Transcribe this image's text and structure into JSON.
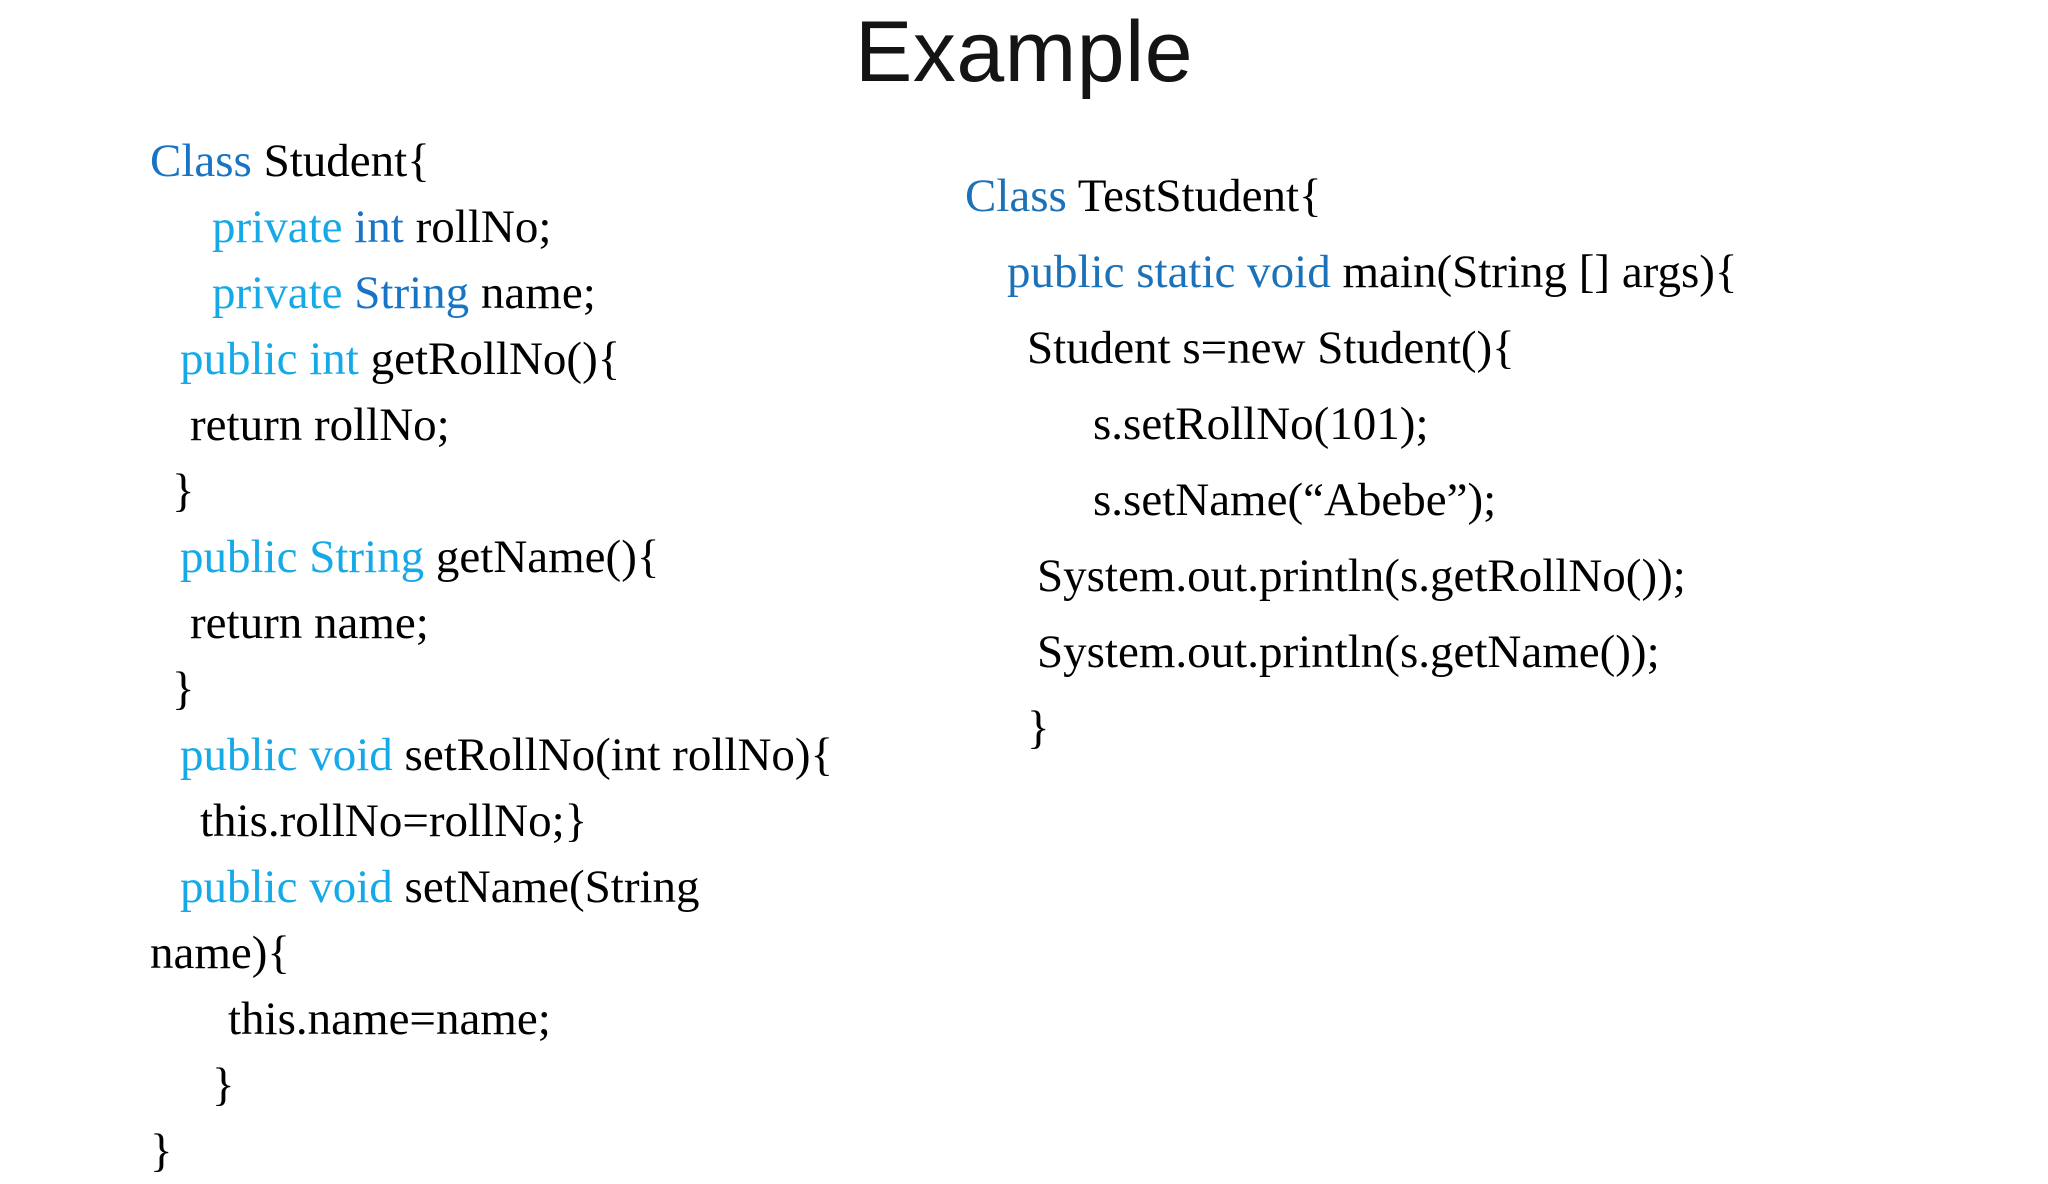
{
  "slide": {
    "title": "Example",
    "background_color": "#ffffff",
    "text_color": "#000000",
    "keyword_colors": {
      "cyan": "#15A9E8",
      "blue": "#1874C4",
      "mid_blue": "#1C72B8",
      "steel_blue": "#1E72B8"
    }
  },
  "code_left": {
    "language": "java",
    "lines": [
      {
        "indent": 0,
        "segments": [
          {
            "text": "Class ",
            "color": "blue"
          },
          {
            "text": "Student{",
            "color": "plain"
          }
        ]
      },
      {
        "indent": 62,
        "segments": [
          {
            "text": "private ",
            "color": "cyan"
          },
          {
            "text": "int ",
            "color": "blue"
          },
          {
            "text": "rollNo;",
            "color": "plain"
          }
        ]
      },
      {
        "indent": 62,
        "segments": [
          {
            "text": "private ",
            "color": "cyan"
          },
          {
            "text": "String ",
            "color": "blue"
          },
          {
            "text": "name;",
            "color": "plain"
          }
        ]
      },
      {
        "indent": 30,
        "segments": [
          {
            "text": "public ",
            "color": "cyan"
          },
          {
            "text": "int ",
            "color": "cyan"
          },
          {
            "text": "getRollNo(){",
            "color": "plain"
          }
        ]
      },
      {
        "indent": 40,
        "segments": [
          {
            "text": "return rollNo;",
            "color": "plain"
          }
        ]
      },
      {
        "indent": 22,
        "segments": [
          {
            "text": "}",
            "color": "plain"
          }
        ]
      },
      {
        "indent": 30,
        "segments": [
          {
            "text": "public ",
            "color": "cyan"
          },
          {
            "text": "String ",
            "color": "cyan"
          },
          {
            "text": "getName(){",
            "color": "plain"
          }
        ]
      },
      {
        "indent": 40,
        "segments": [
          {
            "text": "return name;",
            "color": "plain"
          }
        ]
      },
      {
        "indent": 22,
        "segments": [
          {
            "text": "}",
            "color": "plain"
          }
        ]
      },
      {
        "indent": 30,
        "segments": [
          {
            "text": "public ",
            "color": "cyan"
          },
          {
            "text": "void ",
            "color": "cyan"
          },
          {
            "text": "setRollNo(int rollNo){",
            "color": "plain"
          }
        ]
      },
      {
        "indent": 50,
        "segments": [
          {
            "text": "this.rollNo=rollNo;}",
            "color": "plain"
          }
        ]
      },
      {
        "indent": 30,
        "segments": [
          {
            "text": "public ",
            "color": "cyan"
          },
          {
            "text": "void ",
            "color": "cyan"
          },
          {
            "text": "setName(String",
            "color": "plain"
          }
        ]
      },
      {
        "indent": 0,
        "segments": [
          {
            "text": "name){",
            "color": "plain"
          }
        ]
      },
      {
        "indent": 78,
        "segments": [
          {
            "text": "this.name=name;",
            "color": "plain"
          }
        ]
      },
      {
        "indent": 62,
        "segments": [
          {
            "text": "}",
            "color": "plain"
          }
        ]
      },
      {
        "indent": 0,
        "segments": [
          {
            "text": "}",
            "color": "plain"
          }
        ]
      }
    ]
  },
  "code_right": {
    "language": "java",
    "lines": [
      {
        "indent": 0,
        "segments": [
          {
            "text": "Class ",
            "color": "mid_blue"
          },
          {
            "text": "TestStudent{",
            "color": "plain"
          }
        ]
      },
      {
        "indent": 42,
        "segments": [
          {
            "text": "public static void ",
            "color": "mid_blue"
          },
          {
            "text": "main(String [] args){",
            "color": "plain"
          }
        ]
      },
      {
        "indent": 62,
        "segments": [
          {
            "text": "Student s=new Student(){",
            "color": "plain"
          }
        ]
      },
      {
        "indent": 128,
        "segments": [
          {
            "text": "s.setRollNo(101);",
            "color": "plain"
          }
        ]
      },
      {
        "indent": 128,
        "segments": [
          {
            "text": "s.setName(“Abebe”);",
            "color": "plain"
          }
        ]
      },
      {
        "indent": 72,
        "segments": [
          {
            "text": "System.out.println(s.getRollNo());",
            "color": "plain"
          }
        ]
      },
      {
        "indent": 72,
        "segments": [
          {
            "text": "System.out.println(s.getName());",
            "color": "plain"
          }
        ]
      },
      {
        "indent": 62,
        "segments": [
          {
            "text": "}",
            "color": "plain"
          }
        ]
      }
    ]
  }
}
